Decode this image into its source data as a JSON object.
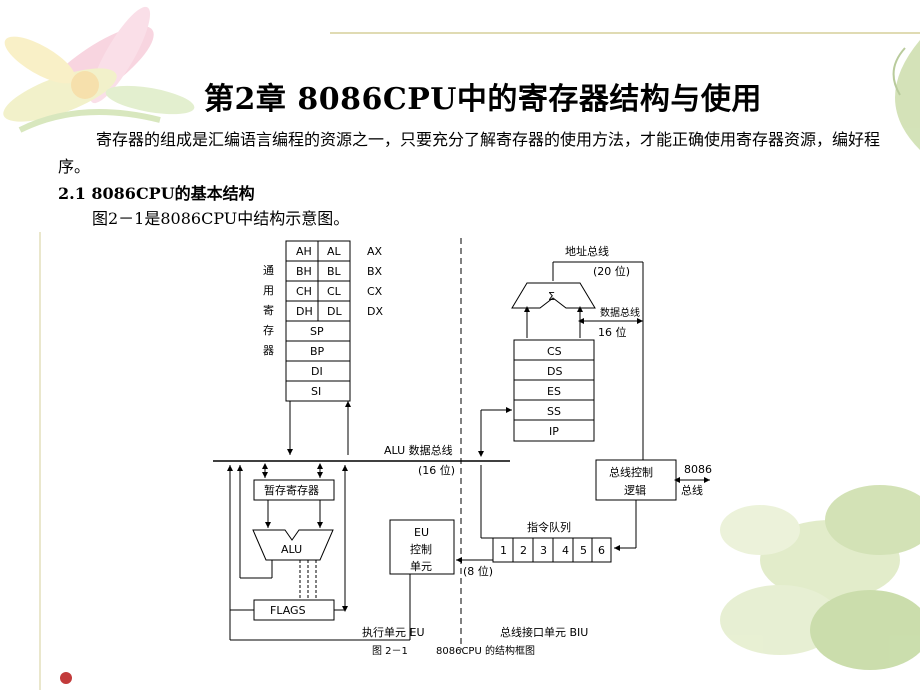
{
  "title": "第2章  8086CPU中的寄存器结构与使用",
  "paragraph": "寄存器的组成是汇编语言编程的资源之一，只要充分了解寄存器的使用方法，才能正确使用寄存器资源，编好程序。",
  "section_heading": "2.1  8086CPU的基本结构",
  "figure_intro": "图2－1是8086CPU中结构示意图。",
  "diagram": {
    "gp_label_chars": [
      "通",
      "用",
      "寄",
      "存",
      "器"
    ],
    "reg_pairs": [
      {
        "high": "AH",
        "low": "AL",
        "name": "AX"
      },
      {
        "high": "BH",
        "low": "BL",
        "name": "BX"
      },
      {
        "high": "CH",
        "low": "CL",
        "name": "CX"
      },
      {
        "high": "DH",
        "low": "DL",
        "name": "DX"
      }
    ],
    "pointer_regs": [
      "SP",
      "BP",
      "DI",
      "SI"
    ],
    "segment_regs": [
      "CS",
      "DS",
      "ES",
      "SS",
      "IP"
    ],
    "address_bus": "地址总线",
    "address_bus_width": "(20 位)",
    "adder_symbol": "Σ",
    "data_bus": "数据总线",
    "data_bus_width": "16 位",
    "alu_bus": "ALU 数据总线",
    "alu_bus_width": "(16 位)",
    "temp_regs": "暂存寄存器",
    "alu": "ALU",
    "flags": "FLAGS",
    "eu_control": [
      "EU",
      "控制",
      "单元"
    ],
    "queue_label": "指令队列",
    "queue_slots": [
      "1",
      "2",
      "3",
      "4",
      "5",
      "6"
    ],
    "queue_width": "(8 位)",
    "bus_control": [
      "总线控制",
      "逻辑"
    ],
    "ext_bus": [
      "8086",
      "总线"
    ],
    "eu_label": "执行单元 EU",
    "biu_label": "总线接口单元 BIU",
    "fig_caption_num": "图 2－1",
    "fig_caption_text": "8086CPU 的结构框图"
  }
}
